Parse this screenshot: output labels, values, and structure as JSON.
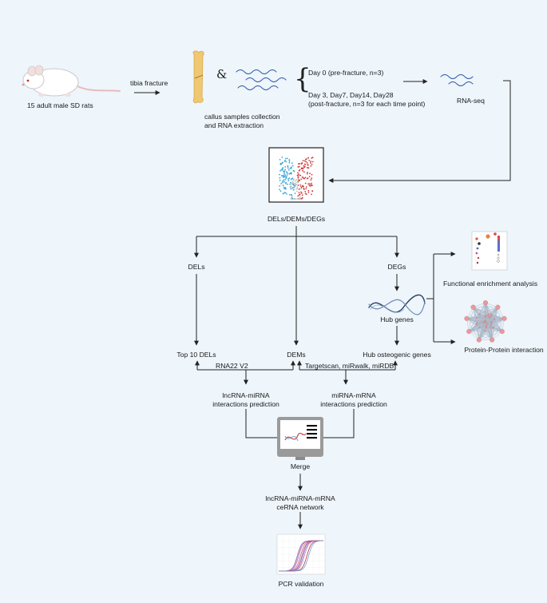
{
  "labels": {
    "rats": "15 adult male SD rats",
    "tibia_fracture": "tibia fracture",
    "ampersand": "&",
    "callus_line1": "callus samples collection",
    "callus_line2": "and RNA extraction",
    "day0": "Day 0 (pre-fracture, n=3)",
    "days_line1": "Day 3, Day7, Day14, Day28",
    "days_line2": "(post-fracture, n=3 for each time point)",
    "rnaseq": "RNA-seq",
    "del_dem_deg": "DELs/DEMs/DEGs",
    "dels": "DELs",
    "degs": "DEGs",
    "hub_genes": "Hub genes",
    "functional": "Functional enrichment analysis",
    "ppi": "Protein-Protein interaction",
    "top10": "Top 10 DELs",
    "dems": "DEMs",
    "hub_osteo": "Hub osteogenic genes",
    "rna22": "RNA22 V2",
    "targetscan": "Targetscan, miRwalk, miRDB",
    "lnc_pred_line1": "lncRNA-miRNA",
    "lnc_pred_line2": "interactions prediction",
    "mirna_pred_line1": "miRNA-mRNA",
    "mirna_pred_line2": "interactions prediction",
    "merge": "Merge",
    "cerna_line1": "lncRNA-miRNA-mRNA",
    "cerna_line2": "ceRNA network",
    "pcr": "PCR validation"
  },
  "colors": {
    "background": "#eef5fb",
    "line": "#222222",
    "bone": "#f0c873",
    "rna_wave": "#2b57a8",
    "volcano_blue": "#3aa6d6",
    "volcano_red": "#d23a3a",
    "ppi_node": "#e69a9a",
    "monitor": "#9a9a9a"
  },
  "icons": [
    "rat-icon",
    "bone-icon",
    "rna-wave-icon",
    "volcano-plot-icon",
    "dna-helix-icon",
    "dot-plot-icon",
    "ppi-network-icon",
    "monitor-icon",
    "pcr-curve-icon"
  ]
}
